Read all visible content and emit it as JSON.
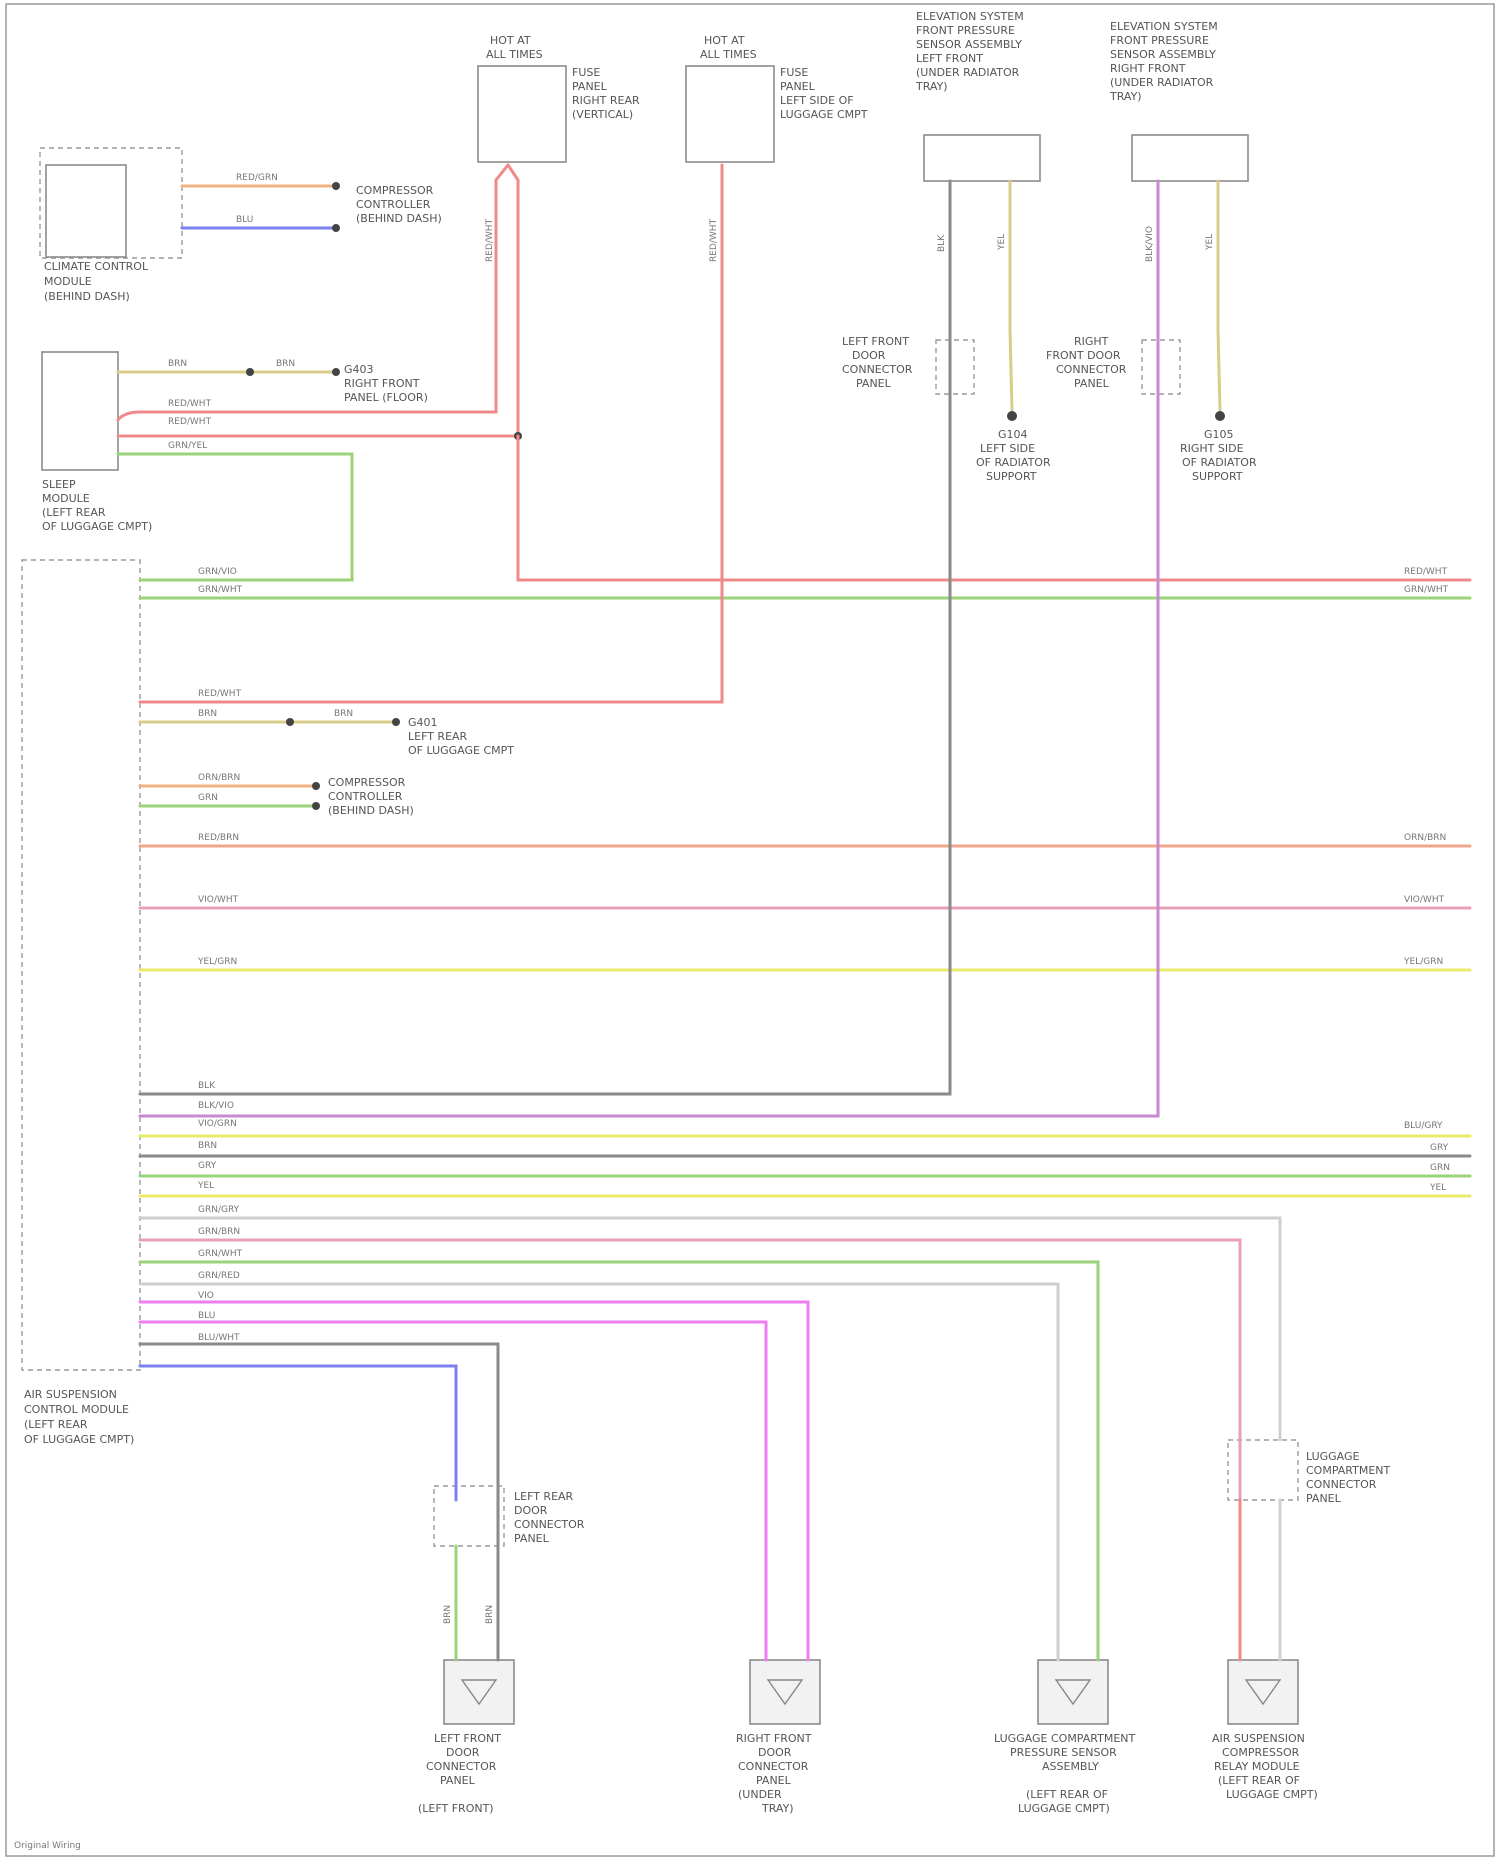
{
  "colors": {
    "red": "#f08a8a",
    "pink": "#e9a0b4",
    "orange": "#f0b080",
    "green": "#9bd37a",
    "yellow": "#eaea6a",
    "gray": "#8a8a8a",
    "violet": "#c78ad0",
    "magenta": "#ee7ef0",
    "blue": "#7b7ff0",
    "tan": "#d8cc88",
    "lightgray": "#cfcfcf"
  },
  "components": {
    "fuse_a": {
      "lines": [
        "HOT AT",
        "ALL TIMES"
      ],
      "side": [
        "FUSE",
        "PANEL",
        "RIGHT REAR",
        "(VERTICAL)"
      ]
    },
    "fuse_b": {
      "lines": [
        "HOT AT",
        "ALL TIMES"
      ],
      "side": [
        "FUSE",
        "PANEL",
        "LEFT SIDE OF",
        "LUGGAGE CMPT"
      ]
    },
    "sensor_top_left": {
      "lines": [
        "ELEVATION SYSTEM",
        "FRONT PRESSURE",
        "SENSOR ASSEMBLY",
        "LEFT FRONT",
        "(UNDER RADIATOR",
        "TRAY)"
      ]
    },
    "sensor_top_right": {
      "lines": [
        "ELEVATION SYSTEM",
        "FRONT PRESSURE",
        "SENSOR ASSEMBLY",
        "RIGHT FRONT",
        "(UNDER RADIATOR",
        "TRAY)"
      ]
    },
    "climate_module": {
      "lines": [
        "CLIMATE CONTROL",
        "MODULE",
        "(BEHIND DASH)"
      ]
    },
    "ground_module": {
      "lines": [
        "SLEEP",
        "MODULE",
        "(LEFT REAR",
        "OF LUGGAGE CMPT)"
      ]
    },
    "control_module": {
      "lines": [
        "AIR SUSPENSION",
        "CONTROL MODULE",
        "(LEFT REAR",
        "OF LUGGAGE CMPT)"
      ]
    },
    "left_conn": {
      "lines": [
        "LEFT FRONT",
        "DOOR",
        "CONNECTOR",
        "PANEL"
      ]
    },
    "right_conn": {
      "lines": [
        "RIGHT",
        "FRONT DOOR",
        "CONNECTOR",
        "PANEL"
      ]
    },
    "rear_conn": {
      "lines": [
        "LEFT REAR",
        "DOOR",
        "CONNECTOR",
        "PANEL"
      ]
    },
    "rear_right_conn": {
      "lines": [
        "LUGGAGE",
        "COMPARTMENT",
        "CONNECTOR",
        "PANEL"
      ]
    },
    "ground_left": {
      "lines": [
        "G104",
        "LEFT SIDE",
        "OF RADIATOR",
        "SUPPORT"
      ]
    },
    "ground_right": {
      "lines": [
        "G105",
        "RIGHT SIDE",
        "OF RADIATOR",
        "SUPPORT"
      ]
    },
    "ground_rear": {
      "lines": [
        "G401",
        "LEFT REAR",
        "OF LUGGAGE CMPT"
      ]
    },
    "ground_front": {
      "lines": [
        "G403",
        "RIGHT FRONT",
        "PANEL (FLOOR)"
      ]
    },
    "diag_conn": {
      "lines": [
        "COMPRESSOR",
        "CONTROLLER",
        "(BEHIND DASH)"
      ]
    },
    "diag2_conn": {
      "lines": [
        "COMPRESSOR",
        "CONTROLLER",
        "(BEHIND DASH)"
      ]
    },
    "sensor_bottom_1": {
      "lines": [
        "LEFT FRONT",
        "DOOR",
        "CONNECTOR",
        "PANEL",
        "(LEFT FRONT)"
      ]
    },
    "sensor_bottom_2": {
      "lines": [
        "RIGHT FRONT",
        "DOOR",
        "CONNECTOR",
        "PANEL",
        "(UNDER",
        "TRAY)"
      ]
    },
    "sensor_bottom_3": {
      "lines": [
        "LUGGAGE COMPARTMENT",
        "PRESSURE SENSOR",
        "ASSEMBLY",
        "(LEFT REAR OF",
        "LUGGAGE CMPT)"
      ]
    },
    "sensor_bottom_4": {
      "lines": [
        "AIR SUSPENSION",
        "COMPRESSOR",
        "RELAY MODULE",
        "(LEFT REAR OF",
        "LUGGAGE CMPT)"
      ]
    }
  },
  "wire_labels": {
    "w1": "RED/GRN",
    "w2": "BLU",
    "w3": "BRN",
    "w4": "BRN",
    "w5": "RED/WHT",
    "w6": "RED/WHT",
    "w7": "GRN/YEL",
    "w8": "GRN/VIO",
    "w9": "GRN/WHT",
    "w10": "RED/WHT",
    "w11": "BRN",
    "w12": "BRN",
    "w13": "ORN/BRN",
    "w14": "GRN",
    "w15": "RED/BRN",
    "w16": "VIO/WHT",
    "w17": "YEL/GRN",
    "w18": "BLK",
    "w19": "BLK/VIO",
    "w20": "VIO/GRN",
    "w21": "BRN",
    "w22": "GRY",
    "w23": "YEL",
    "w24": "GRN/GRY",
    "w25": "GRN/BRN",
    "w26": "GRN/WHT",
    "w27": "GRN/RED",
    "w28": "VIO",
    "w29": "BLU",
    "w30": "BLU/WHT",
    "r1": "RED/WHT",
    "r2": "GRN/WHT",
    "r3": "ORN/BRN",
    "r4": "VIO/WHT",
    "r5": "YEL/GRN",
    "r6": "BLU/GRY",
    "r7": "GRY",
    "r8": "GRN",
    "r9": "YEL",
    "v1": "RED/WHT",
    "v2": "RED/WHT",
    "v3": "BLK",
    "v4": "BLK/VIO",
    "v5": "YEL",
    "v6": "YEL",
    "v7": "BRN",
    "v8": "BRN"
  },
  "footer": "Original Wiring"
}
